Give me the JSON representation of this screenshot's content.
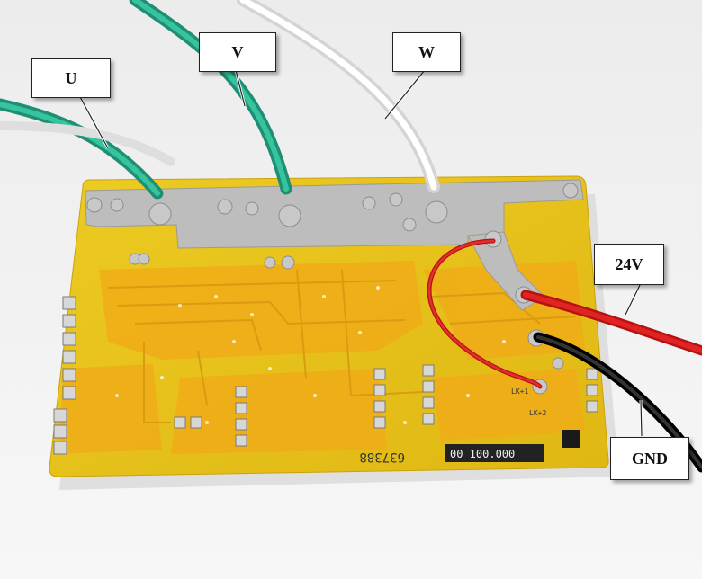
{
  "callouts": {
    "u": "U",
    "v": "V",
    "w": "W",
    "power_positive": "24V",
    "ground": "GND"
  },
  "board_markings": {
    "serial": "637388",
    "code": "00 100.000",
    "lk1": "LK+1",
    "lk2": "LK+2"
  },
  "colors": {
    "board": "#e8c21a",
    "copper_pad": "#b9b9b9",
    "wire_u_v": "#2fae8f",
    "wire_w": "#f4f4f4",
    "wire_24v": "#d81c1c",
    "wire_gnd": "#151515"
  }
}
